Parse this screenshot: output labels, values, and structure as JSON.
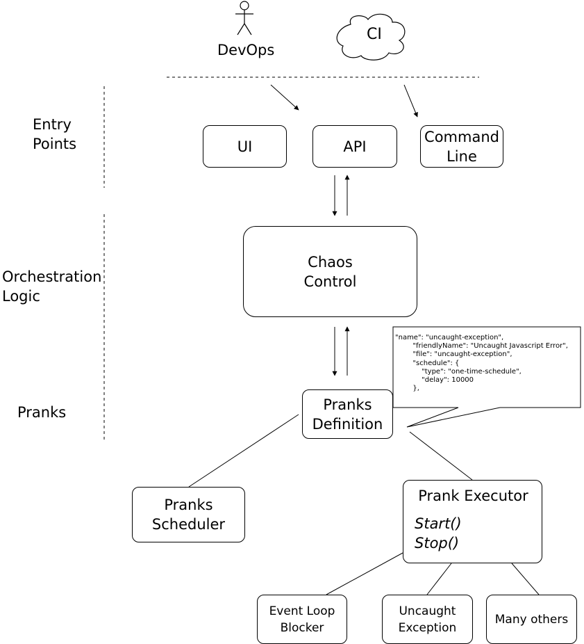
{
  "actors": {
    "devops": "DevOps",
    "ci": "CI"
  },
  "layers": {
    "entry_points": "Entry\nPoints",
    "orchestration": "Orchestration\nLogic",
    "pranks": "Pranks"
  },
  "entry": {
    "ui": "UI",
    "api": "API",
    "cli": "Command\nLine"
  },
  "chaos_control": "Chaos\nControl",
  "pranks_definition": "Pranks\nDefinition",
  "pranks_scheduler": "Pranks\nScheduler",
  "prank_executor": {
    "title": "Prank Executor",
    "start": "Start()",
    "stop": "Stop()"
  },
  "pranks": {
    "event_loop": "Event Loop\nBlocker",
    "uncaught": "Uncaught\nException",
    "many_others": "Many others"
  },
  "definition_example": "\"name\": \"uncaught-exception\",\n        \"friendlyName\": \"Uncaught Javascript Error\",\n        \"file\": \"uncaught-exception\",\n        \"schedule\": {\n            \"type\": \"one-time-schedule\",\n            \"delay\": 10000\n        },"
}
